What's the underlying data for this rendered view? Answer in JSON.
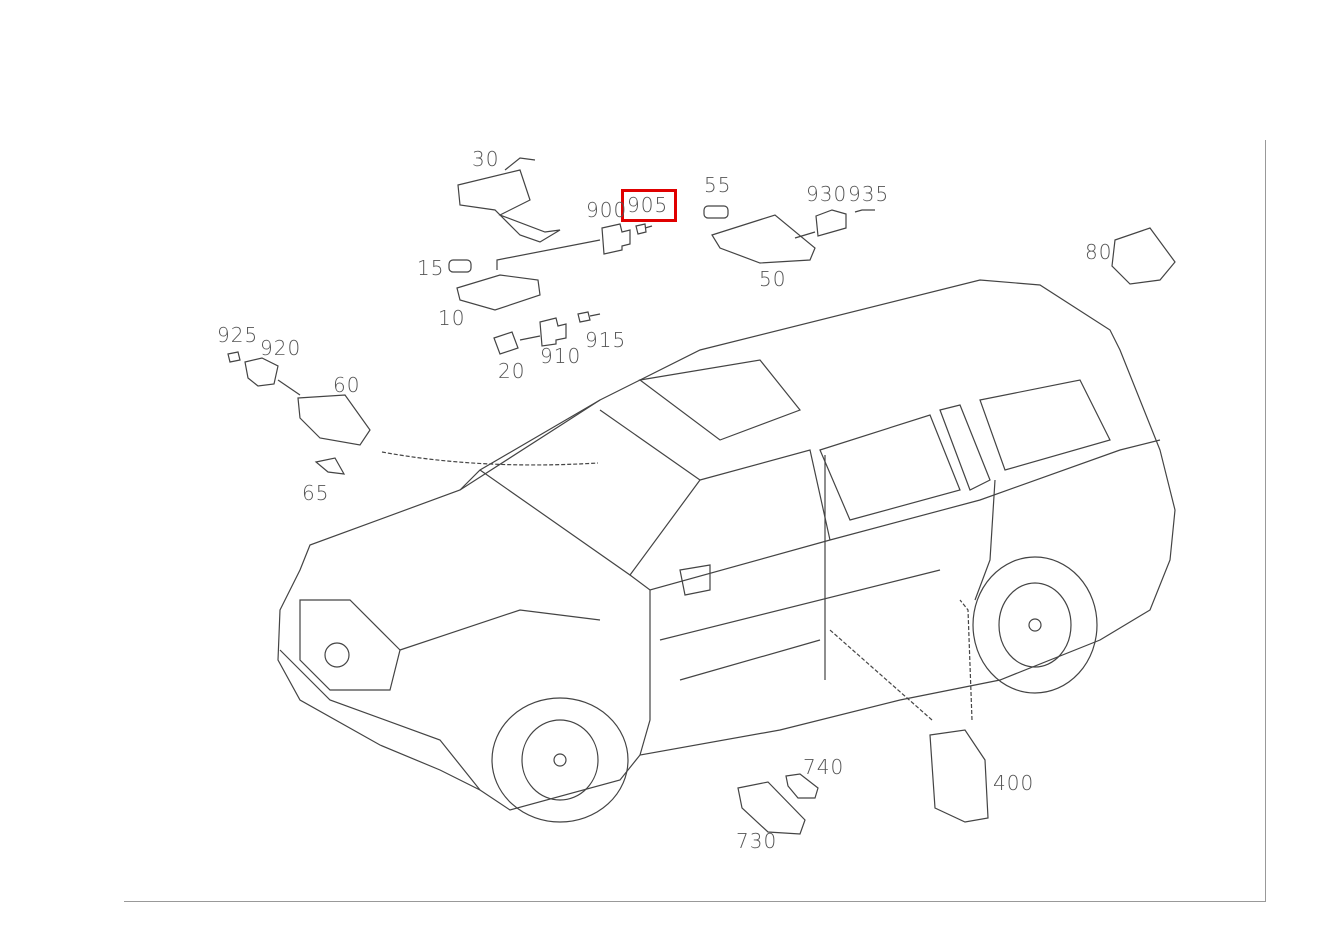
{
  "diagram": {
    "highlight_color": "#e00000",
    "highlighted_part": "905",
    "part_labels": [
      "30",
      "900",
      "905",
      "55",
      "930",
      "935",
      "15",
      "10",
      "50",
      "80",
      "925",
      "920",
      "60",
      "910",
      "915",
      "20",
      "65",
      "740",
      "730",
      "400"
    ]
  }
}
